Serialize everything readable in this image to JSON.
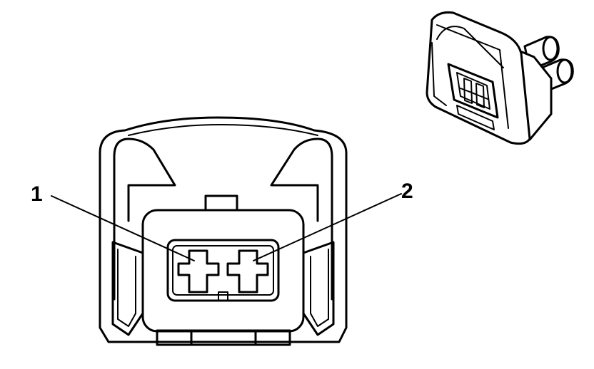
{
  "diagram": {
    "callouts": [
      {
        "id": "1",
        "text": "1"
      },
      {
        "id": "2",
        "text": "2"
      }
    ],
    "colors": {
      "line": "#000000",
      "background": "#ffffff"
    },
    "components": [
      "connector-face-view",
      "connector-isometric-inset"
    ]
  }
}
